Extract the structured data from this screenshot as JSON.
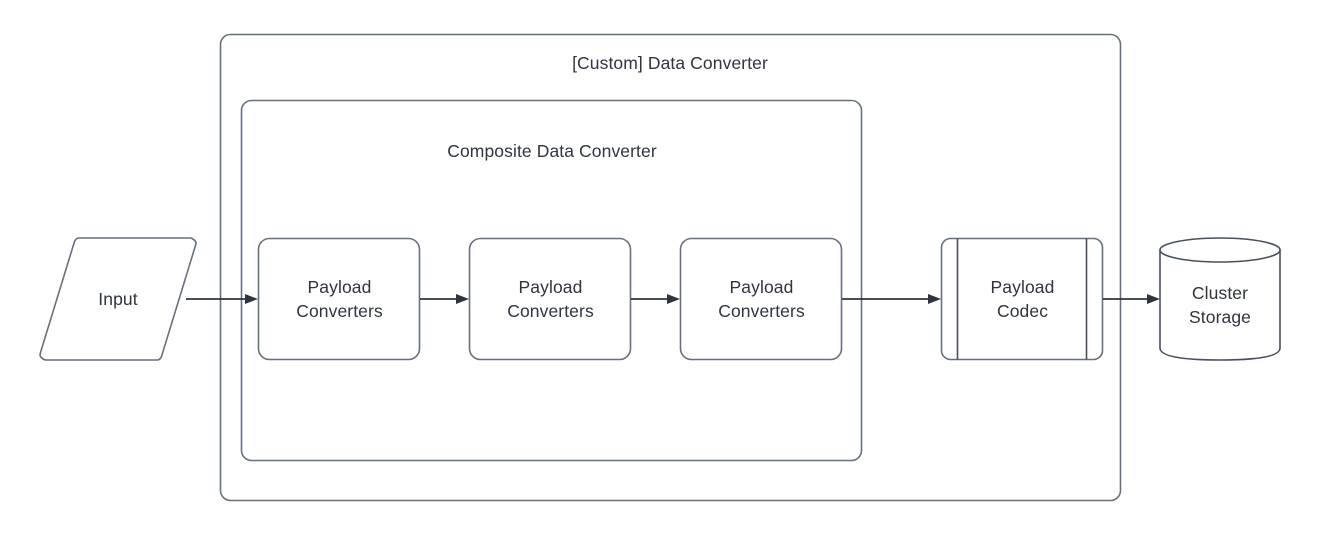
{
  "diagram": {
    "title": "[Custom] Data Converter",
    "background_color": "#ffffff",
    "stroke_color": "#67707f",
    "text_color": "#2e3440",
    "containers": [
      {
        "id": "custom-data-converter",
        "label": "[Custom] Data Converter",
        "shape": "rounded-rectangle"
      },
      {
        "id": "composite-data-converter",
        "label": "Composite Data Converter",
        "shape": "rounded-rectangle"
      }
    ],
    "nodes": [
      {
        "id": "input",
        "label": "Input",
        "shape": "parallelogram"
      },
      {
        "id": "payload-converters-1",
        "label": "Payload\nConverters",
        "shape": "rounded-rectangle"
      },
      {
        "id": "payload-converters-2",
        "label": "Payload\nConverters",
        "shape": "rounded-rectangle"
      },
      {
        "id": "payload-converters-3",
        "label": "Payload\nConverters",
        "shape": "rounded-rectangle"
      },
      {
        "id": "payload-codec",
        "label": "Payload\nCodec",
        "shape": "subprocess"
      },
      {
        "id": "cluster-storage",
        "label": "Cluster\nStorage",
        "shape": "cylinder"
      }
    ],
    "edges": [
      {
        "id": "edge-input-to-pc1",
        "from": "input",
        "to": "payload-converters-1",
        "arrow": "filled-triangle"
      },
      {
        "id": "edge-pc1-to-pc2",
        "from": "payload-converters-1",
        "to": "payload-converters-2",
        "arrow": "filled-triangle"
      },
      {
        "id": "edge-pc2-to-pc3",
        "from": "payload-converters-2",
        "to": "payload-converters-3",
        "arrow": "filled-triangle"
      },
      {
        "id": "edge-pc3-to-codec",
        "from": "payload-converters-3",
        "to": "payload-codec",
        "arrow": "filled-triangle"
      },
      {
        "id": "edge-codec-to-storage",
        "from": "payload-codec",
        "to": "cluster-storage",
        "arrow": "filled-triangle"
      }
    ]
  }
}
